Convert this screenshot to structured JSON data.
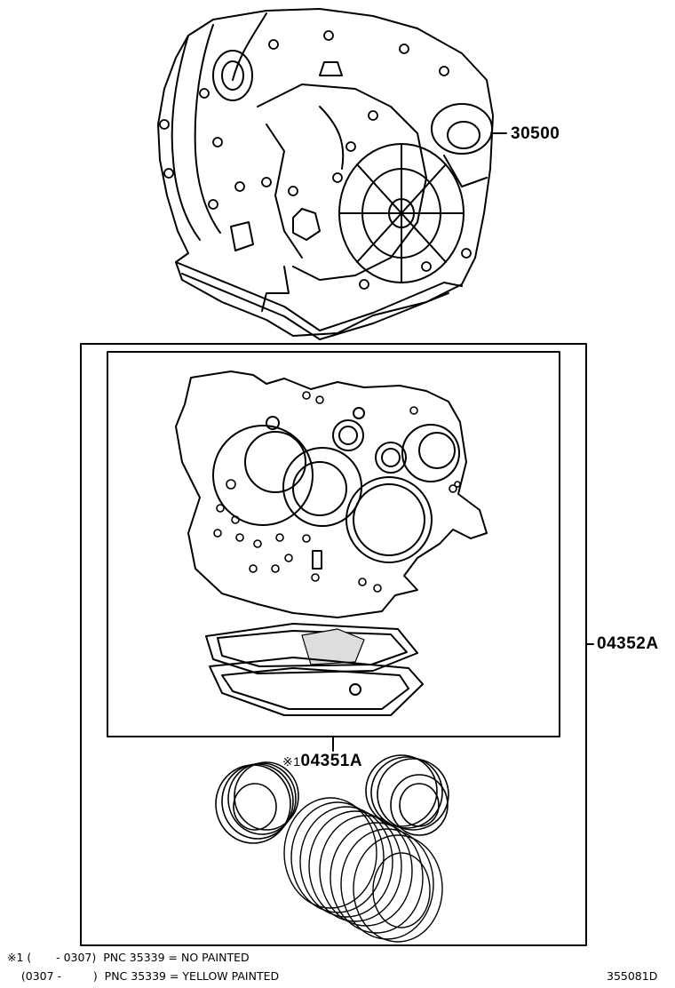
{
  "parts": {
    "transaxle": {
      "part_no": "30500"
    },
    "overhaul_kit": {
      "part_no": "04352A"
    },
    "gasket_kit": {
      "mark": "※1",
      "part_no": "04351A"
    }
  },
  "notes": [
    {
      "text": "※1 (       - 0307)  PNC 35339 = NO PAINTED"
    },
    {
      "text": "    (0307 -         )  PNC 35339 = YELLOW PAINTED"
    }
  ],
  "diagram_ref": "355081D"
}
